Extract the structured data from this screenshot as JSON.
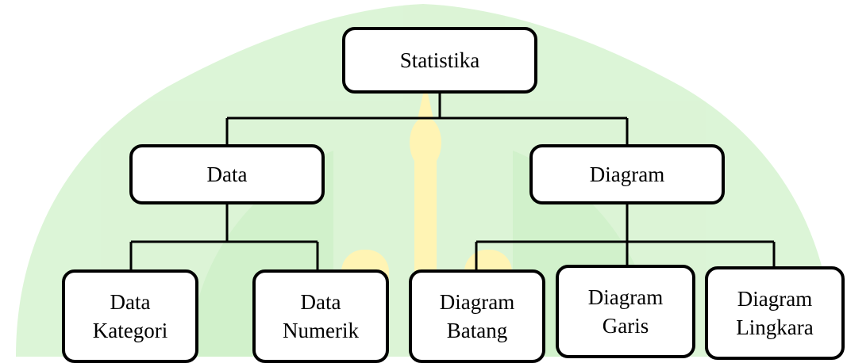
{
  "diagram": {
    "root": {
      "label": "Statistika"
    },
    "level1": [
      {
        "label": "Data"
      },
      {
        "label": "Diagram"
      }
    ],
    "level2": [
      {
        "label": "Data\nKategori"
      },
      {
        "label": "Data\nNumerik"
      },
      {
        "label": "Diagram\nBatang"
      },
      {
        "label": "Diagram\nGaris"
      },
      {
        "label": "Diagram\nLingkara"
      }
    ],
    "colors": {
      "stroke": "#000000",
      "box_fill": "#ffffff",
      "watermark_green": "#c9efc2",
      "watermark_yellow": "#fff3a8"
    },
    "watermark": "university-logo-watermark"
  }
}
